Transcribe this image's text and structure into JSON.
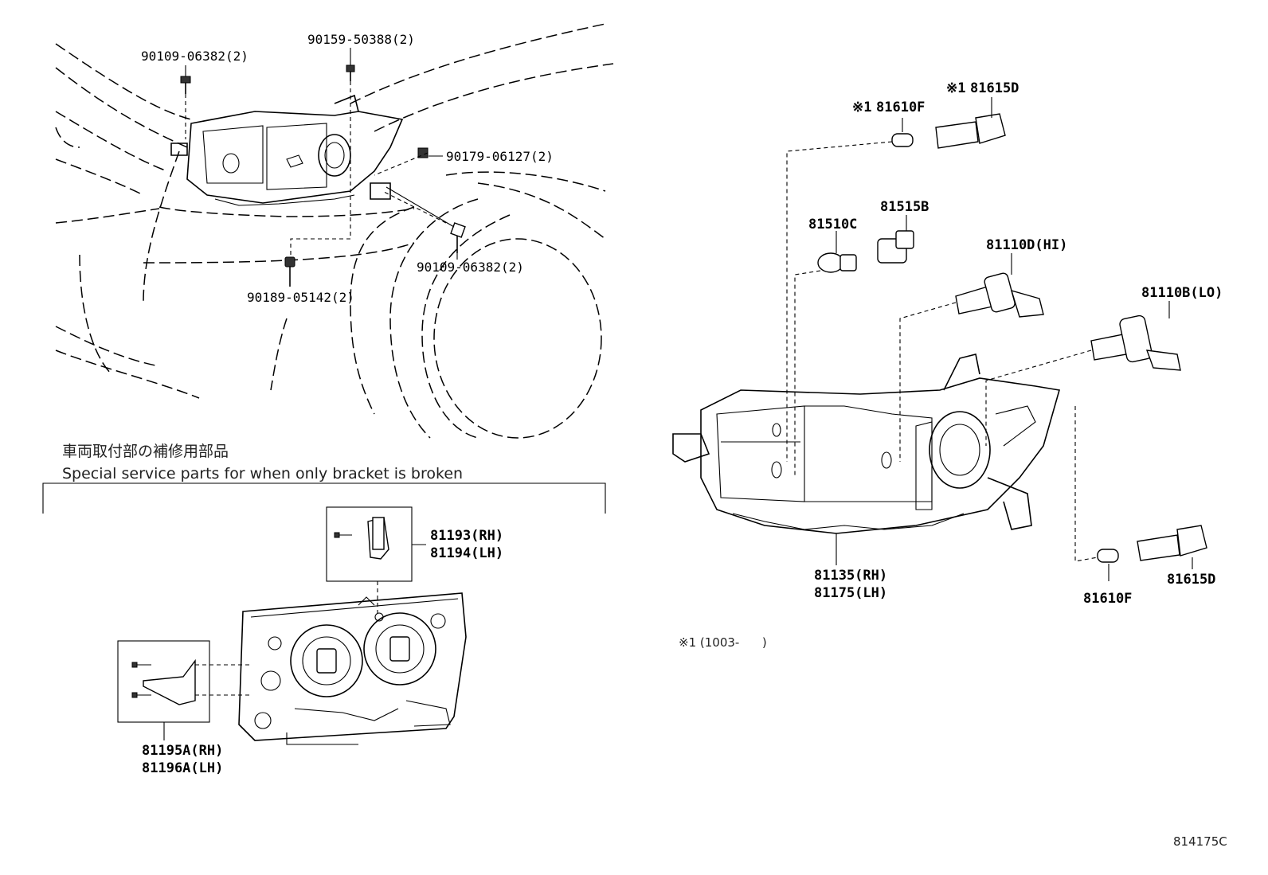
{
  "labels": {
    "p90109_top": "90109-06382(2)",
    "p90159": "90159-50388(2)",
    "p90179": "90179-06127(2)",
    "p90109_mid": "90109-06382(2)",
    "p90189": "90189-05142(2)",
    "jp_heading": "車両取付部の補修用部品",
    "en_heading": "Special service parts for when only bracket is broken",
    "p81193": "81193(RH)",
    "p81194": "81194(LH)",
    "p81195": "81195A(RH)",
    "p81196": "81196A(LH)",
    "mark1": "※1",
    "p81610F_top": "81610F",
    "mark2": "※1",
    "p81615D_top": "81615D",
    "p81515B": "81515B",
    "p81510C": "81510C",
    "p81110D": "81110D(HI)",
    "p81110B": "81110B(LO)",
    "p81135": "81135(RH)",
    "p81175": "81175(LH)",
    "p81610F_bot": "81610F",
    "p81615D_bot": "81615D",
    "note": "※1 (1003-      )",
    "diagram_id": "814175C"
  }
}
